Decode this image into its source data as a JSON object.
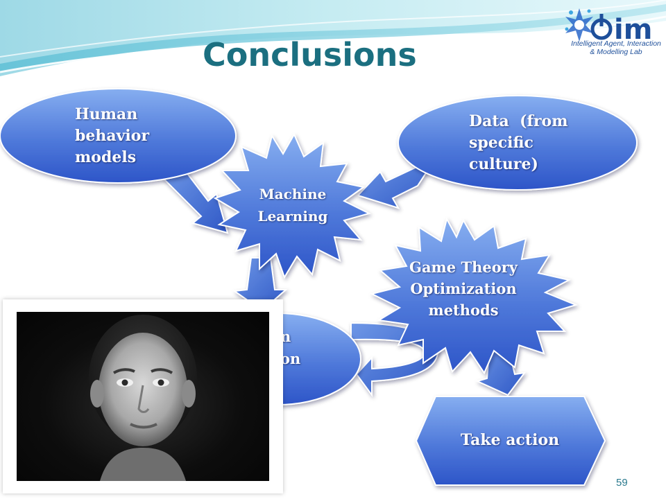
{
  "slide": {
    "title": "Conclusions",
    "page_number": "59"
  },
  "logo": {
    "letters": "im",
    "lab_name_line1": "Intelligent Agent, Interaction",
    "lab_name_line2": "& Modelling Lab"
  },
  "diagram": {
    "nodes": {
      "human_behavior": [
        "Human",
        "behavior",
        "models"
      ],
      "data_culture": [
        "Data  (from",
        "specific",
        "culture)"
      ],
      "machine_learning": [
        "Machine",
        "Learning"
      ],
      "game_theory": [
        "Game Theory",
        "Optimization",
        "methods"
      ],
      "hidden_ellipse": [
        "n",
        "ion"
      ],
      "take_action": "Take action"
    },
    "colors": {
      "node_fill_light": "#6f9de8",
      "node_fill_dark": "#2d55c8",
      "arrow_fill": "#4c74d8",
      "title_color": "#1b6f80"
    }
  },
  "photo": {
    "subject": "portrait of a woman's face"
  }
}
